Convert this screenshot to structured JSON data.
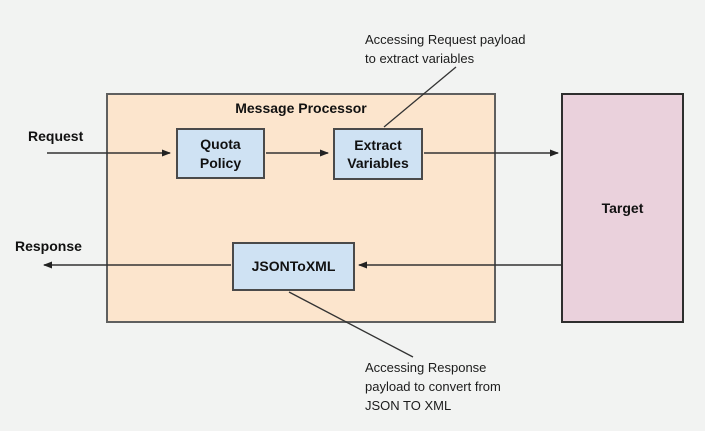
{
  "diagram": {
    "container_title": "Message Processor",
    "flow_labels": {
      "request": "Request",
      "response": "Response"
    },
    "nodes": {
      "quota_policy": {
        "line1": "Quota",
        "line2": "Policy"
      },
      "extract_variables": {
        "line1": "Extract",
        "line2": "Variables"
      },
      "json_to_xml": {
        "label": "JSONToXML"
      },
      "target": {
        "label": "Target"
      }
    },
    "annotations": {
      "top": {
        "line1": "Accessing Request payload",
        "line2": "to extract variables"
      },
      "bottom": {
        "line1": "Accessing Response",
        "line2": "payload to convert from",
        "line3": "JSON TO XML"
      }
    },
    "colors": {
      "background": "#F2F3F2",
      "processor_fill": "#FCE5CD",
      "processor_border": "#5F5F5F",
      "policy_node_fill": "#CFE2F3",
      "policy_node_border": "#4A4A4A",
      "target_fill": "#EAD1DC",
      "target_border": "#2E2E2E",
      "connector_line": "#333333",
      "text": "#111111"
    }
  }
}
